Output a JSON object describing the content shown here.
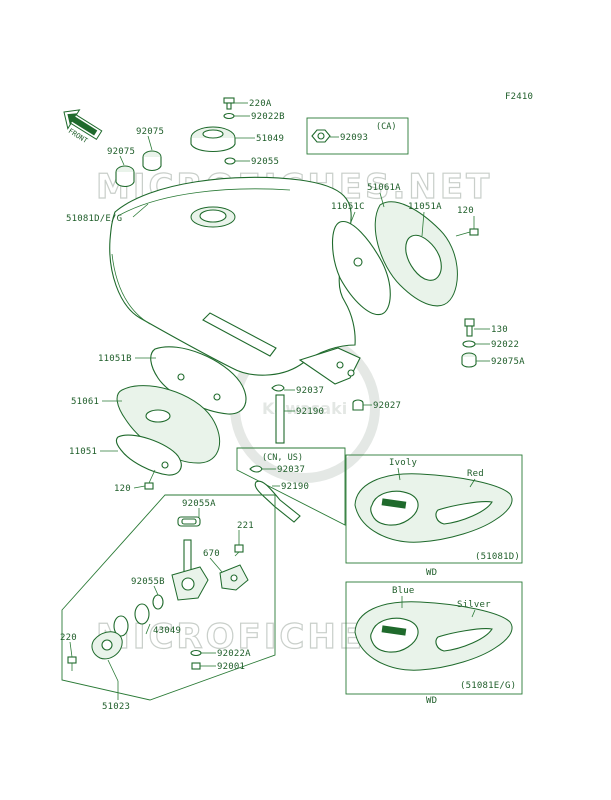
{
  "figure_code": "F2410",
  "front_arrow": "FRONT",
  "watermark": {
    "text": "MICROFICHES.NET",
    "brand": "Kawasaki"
  },
  "parts": [
    {
      "num": "220A"
    },
    {
      "num": "92022B"
    },
    {
      "num": "51049"
    },
    {
      "num": "92055"
    },
    {
      "num": "92093",
      "note": "(CA)"
    },
    {
      "num": "92075"
    },
    {
      "num": "92075"
    },
    {
      "num": "51081D/E/G"
    },
    {
      "num": "51061A"
    },
    {
      "num": "11051C"
    },
    {
      "num": "11051A"
    },
    {
      "num": "120"
    },
    {
      "num": "130"
    },
    {
      "num": "92022"
    },
    {
      "num": "92075A"
    },
    {
      "num": "11051B"
    },
    {
      "num": "92037"
    },
    {
      "num": "92190"
    },
    {
      "num": "92027"
    },
    {
      "num": "51061"
    },
    {
      "num": "11051"
    },
    {
      "num": "120"
    },
    {
      "num": "92037"
    },
    {
      "num": "92190"
    },
    {
      "num": "92055A"
    },
    {
      "num": "221"
    },
    {
      "num": "670"
    },
    {
      "num": "92055B"
    },
    {
      "num": "43049"
    },
    {
      "num": "220"
    },
    {
      "num": "92022A"
    },
    {
      "num": "92001"
    },
    {
      "num": "51023"
    }
  ],
  "notes": {
    "cn_us": "(CN, US)"
  },
  "inset_top": {
    "color_a": "Ivoly",
    "color_b": "Red",
    "code": "(51081D)",
    "footer": "WD"
  },
  "inset_bottom": {
    "color_a": "Blue",
    "color_b": "Silver",
    "code": "(51081E/G)",
    "footer": "WD"
  },
  "colors": {
    "line": "#1f6a2c",
    "text": "#1f5e2a",
    "watermark": "#c9cfca"
  }
}
